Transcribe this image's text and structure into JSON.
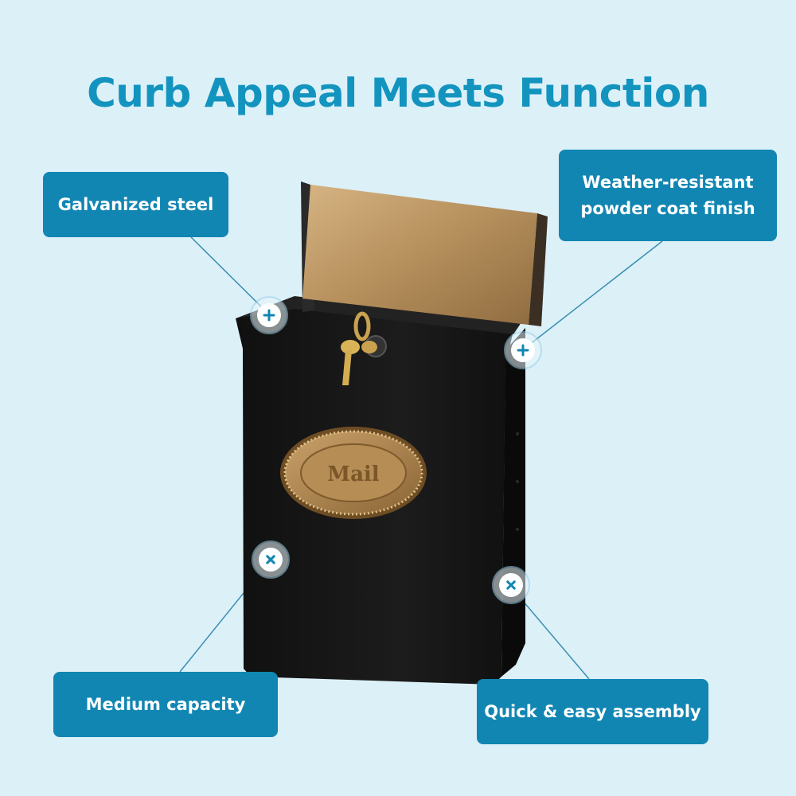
{
  "title": "Curb Appeal Meets Function",
  "callouts": {
    "top_left": "Galvanized steel",
    "top_right": "Weather-resistant\npowder coat finish",
    "bottom_left": "Medium capacity",
    "bottom_right": "Quick & easy assembly"
  },
  "mailbox": {
    "plate_text": "Mail"
  },
  "colors": {
    "background": "#dcf0f8",
    "accent": "#1186b2",
    "title": "#1394bf",
    "mailbox_body": "#161616",
    "brass": "#b28a56"
  },
  "icons": {
    "hotspot": "plus-icon"
  }
}
